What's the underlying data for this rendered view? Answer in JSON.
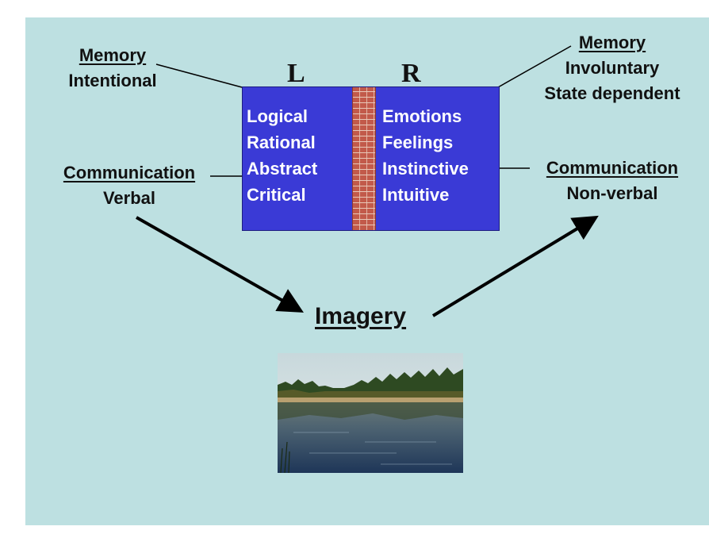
{
  "hemispheres": {
    "left": "L",
    "right": "R"
  },
  "left_memory": {
    "title": "Memory",
    "subtitle": "Intentional"
  },
  "right_memory": {
    "title": "Memory",
    "line1": "Involuntary",
    "line2": "State dependent"
  },
  "left_communication": {
    "title": "Communication",
    "subtitle": "Verbal"
  },
  "right_communication": {
    "title": "Communication",
    "subtitle": "Non-verbal"
  },
  "left_traits": [
    "Logical",
    "Rational",
    "Abstract",
    "Critical"
  ],
  "right_traits": [
    "Emotions",
    "Feelings",
    "Instinctive",
    "Intuitive"
  ],
  "imagery": "Imagery",
  "colors": {
    "background": "#bde0e1",
    "box": "#3a3ad6",
    "wall": "#c25a4a",
    "text": "#111111"
  },
  "image": {
    "icon": "lake-landscape-photo"
  }
}
